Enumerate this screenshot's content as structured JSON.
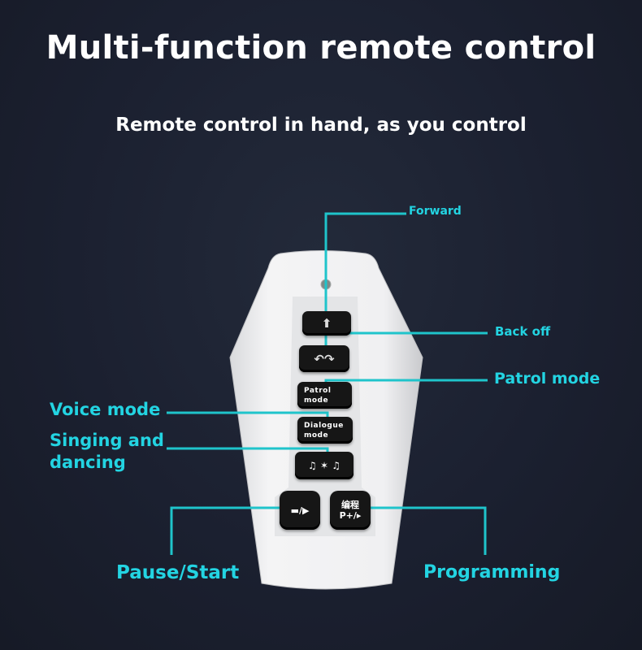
{
  "title": "Multi-function remote control",
  "subtitle": "Remote control in hand, as you control",
  "accent_color": "#1fc4cb",
  "labels": {
    "forward": "Forward",
    "back_off": "Back off",
    "patrol_mode": "Patrol mode",
    "voice_mode": "Voice mode",
    "singing_line1": "Singing and",
    "singing_line2": "dancing",
    "pause_start": "Pause/Start",
    "programming": "Programming"
  },
  "buttons": {
    "forward_icon": "up-arrow-icon",
    "back_icon": "rotate-arrows-icon",
    "patrol_l1": "Patrol",
    "patrol_l2": "mode",
    "dialogue_l1": "Dialogue",
    "dialogue_l2": "mode",
    "dance_icon": "music-dance-icon",
    "dance_glyph": "♫ ✶ ♫",
    "pause_glyph": "▬/▶",
    "program_l1": "编程",
    "program_l2": "P+/▸"
  }
}
